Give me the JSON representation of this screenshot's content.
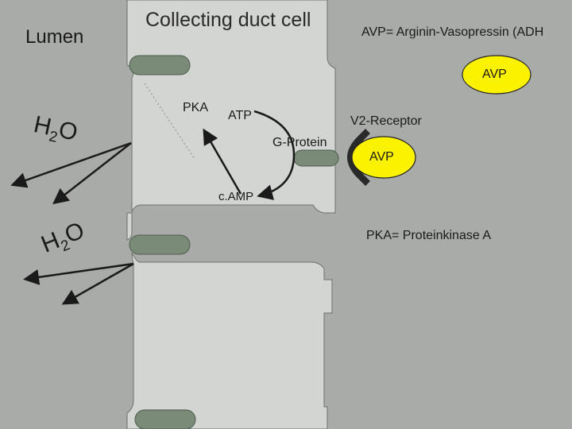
{
  "labels": {
    "lumen": "Lumen",
    "cell": "Collecting duct cell",
    "avp_definition": "AVP= Arginin-Vasopressin (ADH",
    "pka": "PKA",
    "atp": "ATP",
    "v2_receptor": "V2-Receptor",
    "g_protein": "G-Protein",
    "camp": "c.AMP",
    "pka_definition": "PKA= Proteinkinase A",
    "avp_free": "AVP",
    "avp_bound": "AVP"
  },
  "water": {
    "top": {
      "main": "H",
      "subscript": "2",
      "tail": "O"
    },
    "bottom": {
      "main": "H",
      "subscript": "2",
      "tail": "O"
    }
  },
  "colors": {
    "background": "#a9aba8",
    "cell_fill": "#d3d5d3",
    "channel": "#7a8b78",
    "receptor": "#2a2a2a",
    "avp": "#fbf200",
    "arrow": "#1a1a1a"
  }
}
